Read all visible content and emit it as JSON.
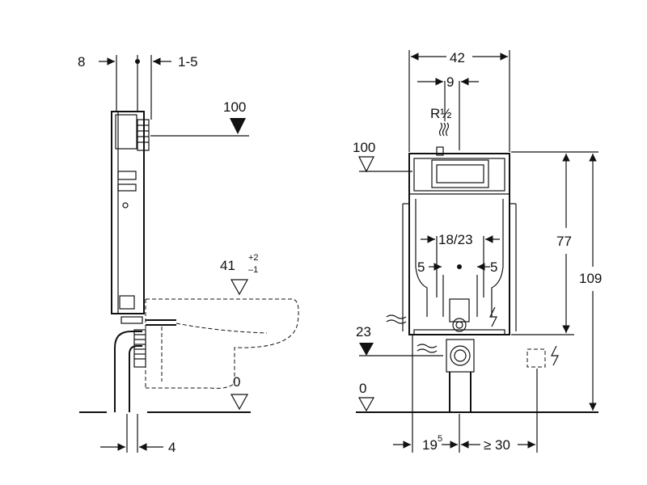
{
  "side_view": {
    "dim_8": "8",
    "dim_1_5": "1-5",
    "level_100": "100",
    "level_41": "41",
    "tol_plus": "+2",
    "tol_minus": "–1",
    "level_0": "0",
    "dim_4": "4"
  },
  "front_view": {
    "dim_42": "42",
    "dim_9": "9",
    "pipe_label": "R½",
    "level_100": "100",
    "dim_18_23": "18/23",
    "dim_5_left": "5",
    "dim_5_right": "5",
    "dim_77": "77",
    "dim_109": "109",
    "level_23": "23",
    "level_0": "0",
    "dim_19": "19",
    "dim_19_sup": "5",
    "dim_30": "≥ 30"
  },
  "colors": {
    "line": "#111111",
    "background": "#ffffff"
  },
  "icons": [
    "water-inlet-icon",
    "electrical-icon",
    "level-marker-icon",
    "dimension-arrow-icon"
  ]
}
